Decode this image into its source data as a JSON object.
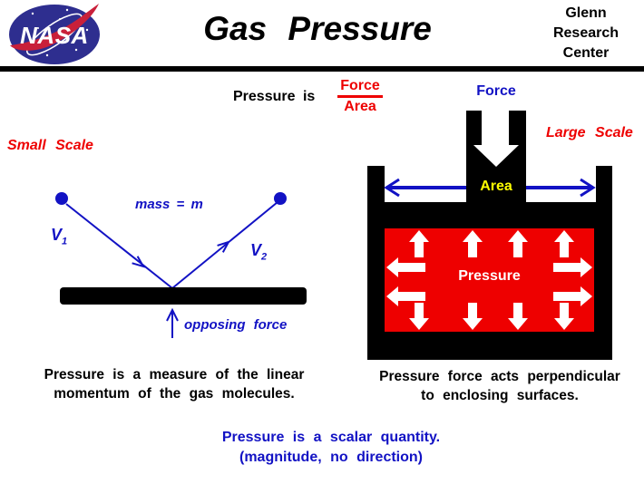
{
  "header": {
    "title": "Gas Pressure",
    "org": [
      "Glenn",
      "Research",
      "Center"
    ],
    "logo": "nasa-meatball-insignia"
  },
  "formula": {
    "prefix": "Pressure is",
    "numerator": "Force",
    "denominator": "Area"
  },
  "small_scale": {
    "label": "Small Scale",
    "mass_label": "mass = m",
    "v1": {
      "base": "V",
      "sub": "1"
    },
    "v2": {
      "base": "V",
      "sub": "2"
    },
    "opposing_force_label": "opposing force",
    "caption_line1": "Pressure is a measure of the linear",
    "caption_line2": "momentum of the gas molecules."
  },
  "large_scale": {
    "label": "Large Scale",
    "force_label": "Force",
    "area_label": "Area",
    "pressure_label": "Pressure",
    "caption_line1": "Pressure force acts perpendicular",
    "caption_line2": "to enclosing surfaces."
  },
  "footer": {
    "line1": "Pressure is a scalar quantity.",
    "line2": "(magnitude, no direction)"
  },
  "colors": {
    "accent_red": "#ee0000",
    "accent_blue": "#1212c4",
    "area_yellow": "#ffff00",
    "nasa_blue": "#2e2e8f",
    "nasa_swoosh_red": "#c9203a",
    "black": "#000000",
    "white": "#ffffff"
  }
}
